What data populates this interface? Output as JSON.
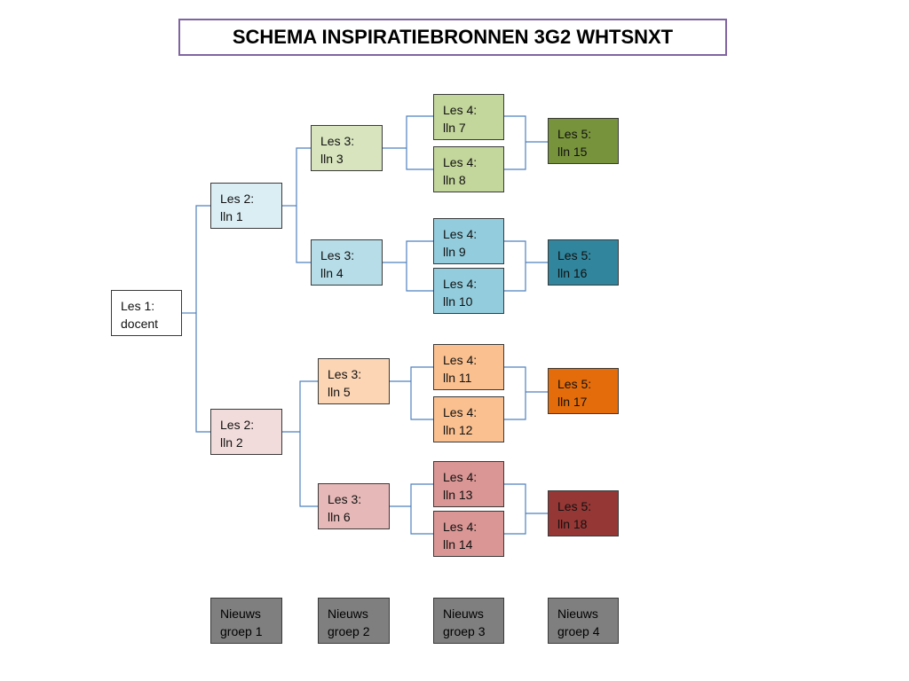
{
  "title": "SCHEMA INSPIRATIEBRONNEN 3G2 WHTSNXT",
  "nodes": {
    "n1": {
      "line1": "Les 1:",
      "line2": "docent",
      "color": "#ffffff"
    },
    "n2a": {
      "line1": "Les 2:",
      "line2": "lln 1",
      "color": "#dbeef4"
    },
    "n2b": {
      "line1": "Les 2:",
      "line2": "lln 2",
      "color": "#f2dcdb"
    },
    "n3a": {
      "line1": "Les 3:",
      "line2": "lln 3",
      "color": "#d7e4bd"
    },
    "n3b": {
      "line1": "Les 3:",
      "line2": "lln 4",
      "color": "#b7dde8"
    },
    "n3c": {
      "line1": "Les 3:",
      "line2": "lln 5",
      "color": "#fcd5b5"
    },
    "n3d": {
      "line1": "Les 3:",
      "line2": "lln 6",
      "color": "#e6b9b8"
    },
    "n4a": {
      "line1": "Les 4:",
      "line2": "lln 7",
      "color": "#c3d69b"
    },
    "n4b": {
      "line1": "Les 4:",
      "line2": "lln 8",
      "color": "#c3d69b"
    },
    "n4c": {
      "line1": "Les 4:",
      "line2": "lln 9",
      "color": "#93cddd"
    },
    "n4d": {
      "line1": "Les 4:",
      "line2": "lln 10",
      "color": "#93cddd"
    },
    "n4e": {
      "line1": "Les 4:",
      "line2": "lln 11",
      "color": "#fac090"
    },
    "n4f": {
      "line1": "Les 4:",
      "line2": "lln 12",
      "color": "#fac090"
    },
    "n4g": {
      "line1": "Les 4:",
      "line2": "lln 13",
      "color": "#d99694"
    },
    "n4h": {
      "line1": "Les 4:",
      "line2": "lln 14",
      "color": "#d99694"
    },
    "n5a": {
      "line1": "Les 5:",
      "line2": "lln 15",
      "color": "#77933c"
    },
    "n5b": {
      "line1": "Les 5:",
      "line2": "lln 16",
      "color": "#31859c"
    },
    "n5c": {
      "line1": "Les 5:",
      "line2": "lln 17",
      "color": "#e46c0a"
    },
    "n5d": {
      "line1": "Les 5:",
      "line2": "lln 18",
      "color": "#953735"
    }
  },
  "groups": {
    "g1": {
      "line1": "Nieuws",
      "line2": "groep 1",
      "color": "#7f7f7f"
    },
    "g2": {
      "line1": "Nieuws",
      "line2": "groep 2",
      "color": "#7f7f7f"
    },
    "g3": {
      "line1": "Nieuws",
      "line2": "groep 3",
      "color": "#7f7f7f"
    },
    "g4": {
      "line1": "Nieuws",
      "line2": "groep 4",
      "color": "#7f7f7f"
    }
  },
  "connector_color": "#4f81bd"
}
